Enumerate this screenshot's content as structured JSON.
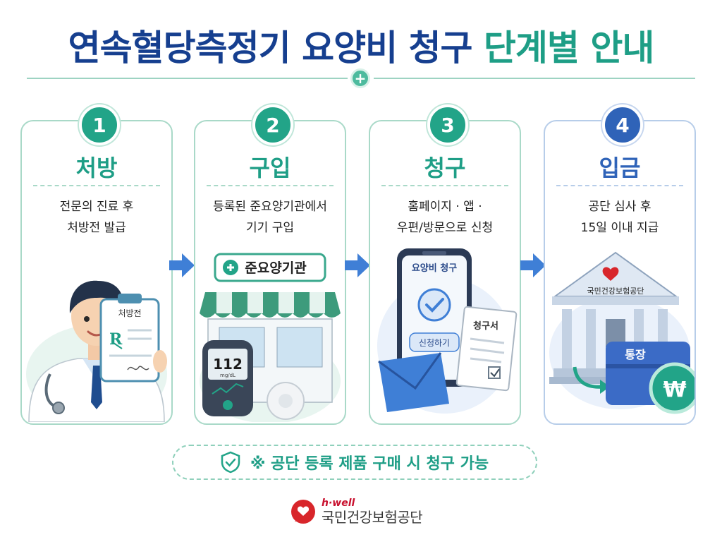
{
  "title": {
    "part1": "연속혈당측정기 요양비 청구",
    "part2": "단계별 안내"
  },
  "steps": [
    {
      "number": "1",
      "title": "처방",
      "desc_line1": "전문의 진료 후",
      "desc_line2": "처방전 발급",
      "prescription_label": "처방전",
      "rx_symbol": "R"
    },
    {
      "number": "2",
      "title": "구입",
      "desc_line1": "등록된 준요양기관에서",
      "desc_line2": "기기 구입",
      "store_sign": "준요양기관",
      "device_reading": "112",
      "device_unit": "mg/dL"
    },
    {
      "number": "3",
      "title": "청구",
      "desc_line1": "홈페이지 · 앱 ·",
      "desc_line2": "우편/방문으로 신청",
      "phone_header": "요양비 청구",
      "phone_button": "신청하기",
      "form_title": "청구서"
    },
    {
      "number": "4",
      "title": "입금",
      "desc_line1": "공단 심사 후",
      "desc_line2": "15일 이내 지급",
      "building_label": "국민건강보험공단",
      "bankbook_label": "통장",
      "coin_symbol": "₩"
    }
  ],
  "notice": "※ 공단 등록 제품 구매 시 청구 가능",
  "brand": {
    "sub": "h·well",
    "name": "국민건강보험공단"
  },
  "colors": {
    "navy": "#163f8f",
    "green": "#1e9e86",
    "blue": "#2f63b8",
    "red": "#d8262b"
  }
}
